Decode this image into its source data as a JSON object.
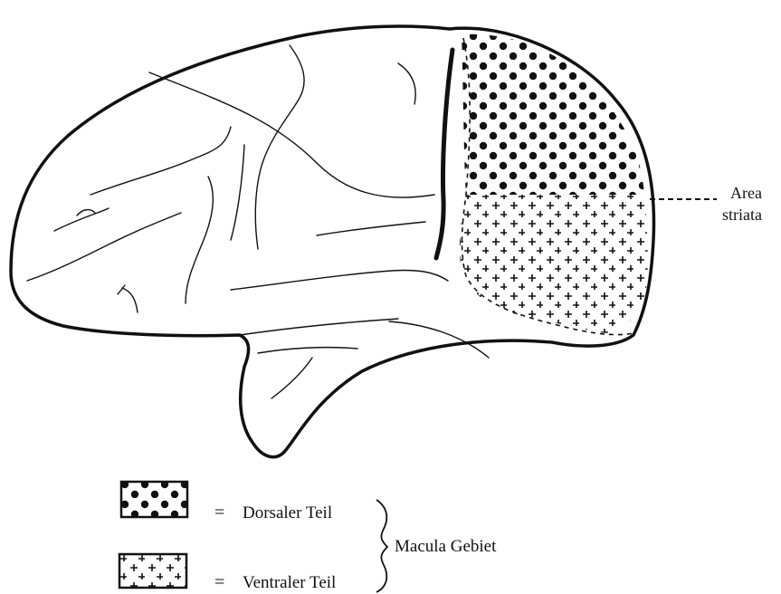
{
  "labels": {
    "area_line1": "Area",
    "area_line2": "striata"
  },
  "legend": {
    "dorsal_eq": "=",
    "dorsal": "Dorsaler Teil",
    "ventral_eq": "=",
    "ventral": "Ventraler Teil",
    "group": "Macula Gebiet"
  },
  "colors": {
    "ink": "#111111",
    "paper": "#ffffff"
  }
}
